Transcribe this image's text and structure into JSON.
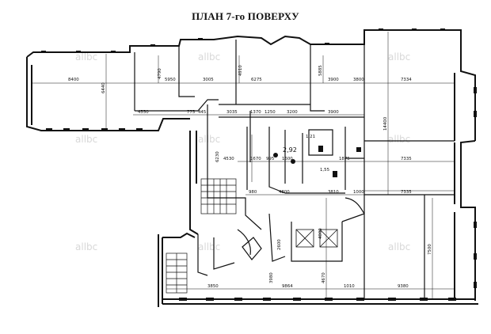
{
  "title": "ПЛАН 7-го ПОВЕРХУ",
  "watermark": "allbc",
  "dimensions": {
    "d8400": "8400",
    "d6440": "6440",
    "d5950": "5950",
    "d4790": "4790",
    "d3005": "3005",
    "d4910": "4910",
    "d6275": "6275",
    "d5885": "5885",
    "d3900a": "3900",
    "d3800": "3800",
    "d7334": "7334",
    "d4550": "4550",
    "d775": "775",
    "d445": "445",
    "d3035": "3035",
    "d1370": "1370",
    "d1250": "1250",
    "d3200": "3200",
    "d3900b": "3900",
    "d14400": "14400",
    "d6230": "6230",
    "d4530": "4530",
    "d1670": "1670",
    "d995": "995",
    "d1600": "1600",
    "d1875": "1875",
    "d7335a": "7335",
    "d4800": "4800",
    "d3810": "3810",
    "d1000": "1000",
    "d7335b": "7335",
    "d980": "980",
    "d3850": "3850",
    "d3980": "3980",
    "d9864": "9864",
    "d4670": "4670",
    "d9380": "9380",
    "d7500": "7500",
    "d2600": "2600",
    "d1010": "1010",
    "d2892": "2,92",
    "d1210": "1,21",
    "d1550": "1,55",
    "d4000": "4000"
  }
}
